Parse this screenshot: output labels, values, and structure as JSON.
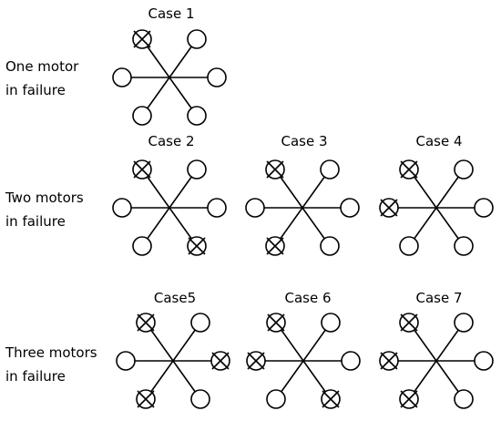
{
  "rows": [
    {
      "label_lines": [
        "One motor",
        "in failure"
      ]
    },
    {
      "label_lines": [
        "Two motors",
        "in failure"
      ]
    },
    {
      "label_lines": [
        "Three motors",
        "in failure"
      ]
    }
  ],
  "cases": [
    {
      "title": "Case 1",
      "failed": [
        "top-left"
      ]
    },
    {
      "title": "Case 2",
      "failed": [
        "top-left",
        "bottom-right"
      ]
    },
    {
      "title": "Case 3",
      "failed": [
        "top-left",
        "bottom-left"
      ]
    },
    {
      "title": "Case 4",
      "failed": [
        "top-left",
        "left"
      ]
    },
    {
      "title": "Case5",
      "failed": [
        "top-left",
        "right",
        "bottom-left"
      ]
    },
    {
      "title": "Case 6",
      "failed": [
        "top-left",
        "left",
        "bottom-right"
      ]
    },
    {
      "title": "Case 7",
      "failed": [
        "top-left",
        "left",
        "bottom-left"
      ]
    }
  ]
}
